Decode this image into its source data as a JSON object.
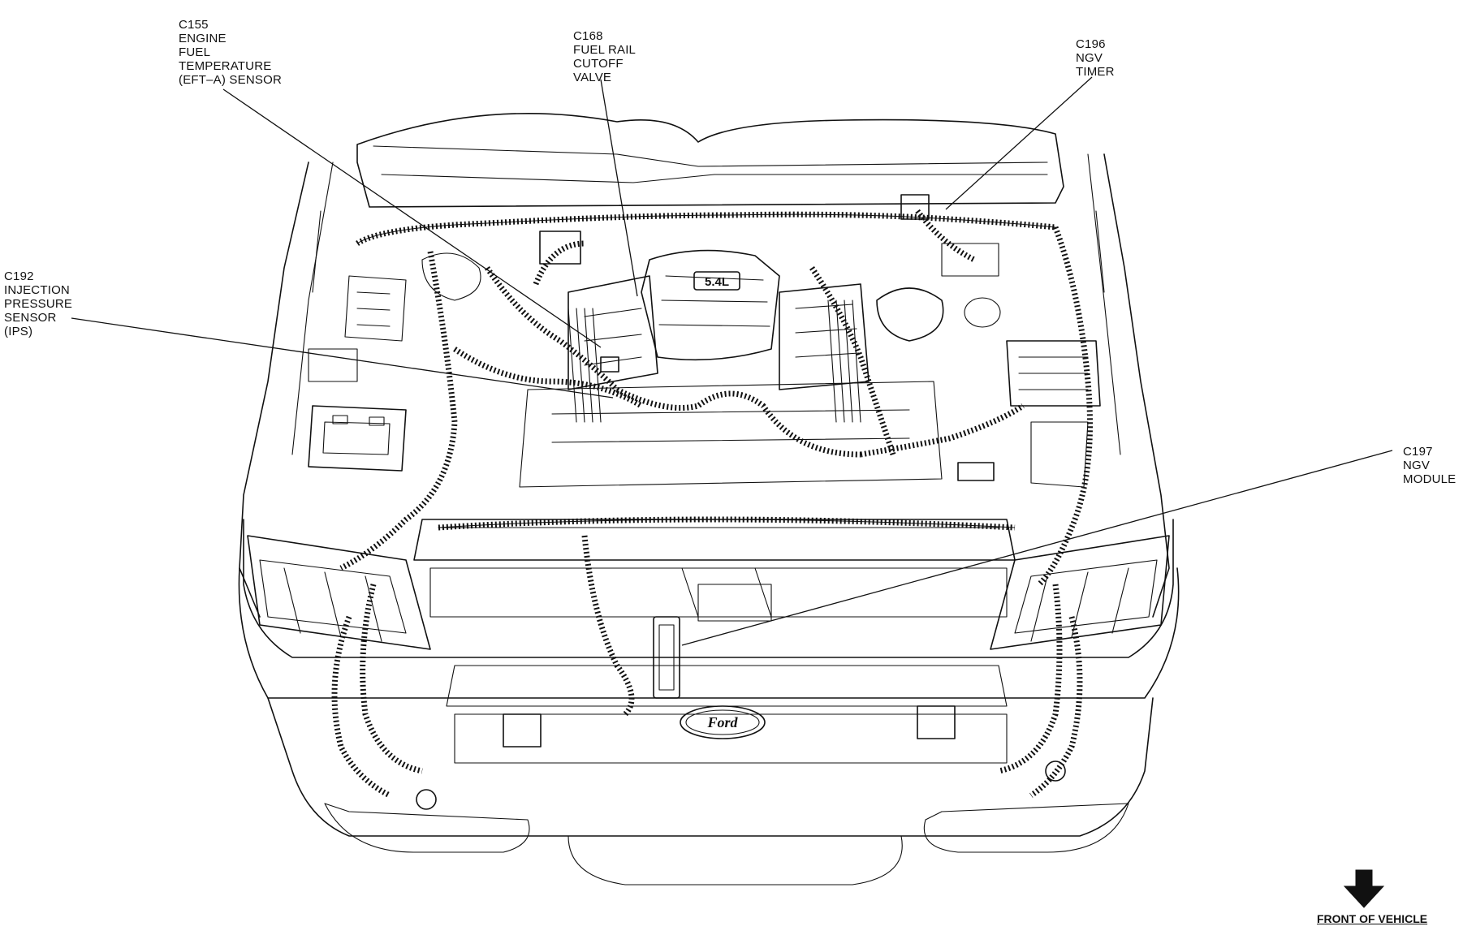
{
  "callouts": {
    "c155": {
      "lines": [
        "C155",
        "ENGINE",
        "FUEL",
        "TEMPERATURE",
        "(EFT–A) SENSOR"
      ]
    },
    "c168": {
      "lines": [
        "C168",
        "FUEL RAIL",
        "CUTOFF",
        "VALVE"
      ]
    },
    "c196": {
      "lines": [
        "C196",
        "NGV",
        "TIMER"
      ]
    },
    "c192": {
      "lines": [
        "C192",
        "INJECTION",
        "PRESSURE",
        "SENSOR",
        "(IPS)"
      ]
    },
    "c197": {
      "lines": [
        "C197",
        "NGV",
        "MODULE"
      ]
    }
  },
  "engine_badge": "5.4L",
  "grille_badge": "Ford",
  "orientation": {
    "label": "FRONT OF VEHICLE",
    "icon": "down-arrow-icon"
  }
}
